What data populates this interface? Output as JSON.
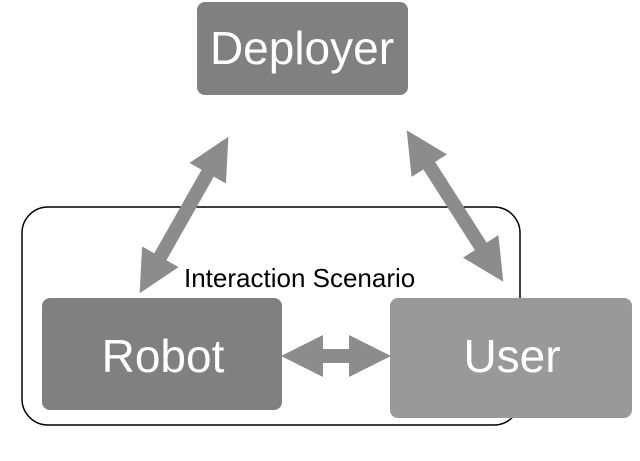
{
  "nodes": {
    "deployer": {
      "label": "Deployer"
    },
    "robot": {
      "label": "Robot"
    },
    "user": {
      "label": "User"
    }
  },
  "group": {
    "label": "Interaction Scenario"
  },
  "colors": {
    "deployer": "#808080",
    "robot": "#808080",
    "user": "#999999",
    "arrow": "#8c8c8c"
  }
}
